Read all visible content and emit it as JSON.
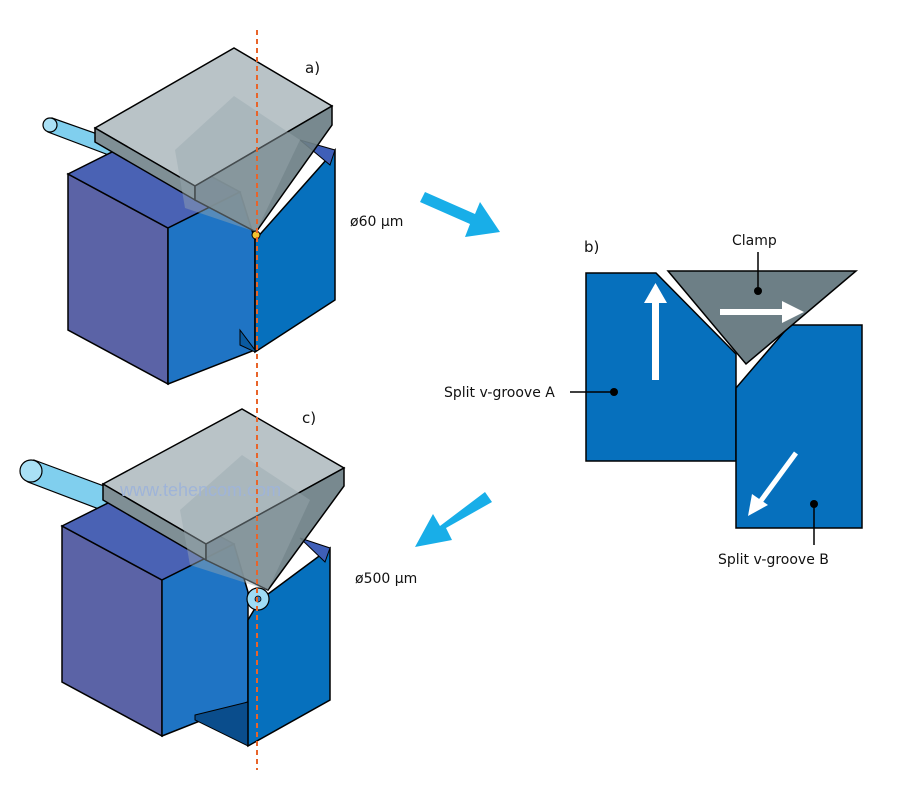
{
  "labels": {
    "a": "a)",
    "b": "b)",
    "c": "c)",
    "diameter_small": "ø60 µm",
    "diameter_large": "ø500 µm",
    "clamp": "Clamp",
    "groove_a": "Split v-groove A",
    "groove_b": "Split v-groove B",
    "watermark": "www.tehencom.com"
  },
  "colors": {
    "block_dark": "#5b63a6",
    "block_blue": "#0670bd",
    "block_top": "#3f5fb8",
    "clamp_gray": "#6d7f86",
    "clamp_light": "#b9c3c7",
    "fiber": "#7fd0f0",
    "guide_line": "#e8642a",
    "arrow": "#18aee8"
  }
}
